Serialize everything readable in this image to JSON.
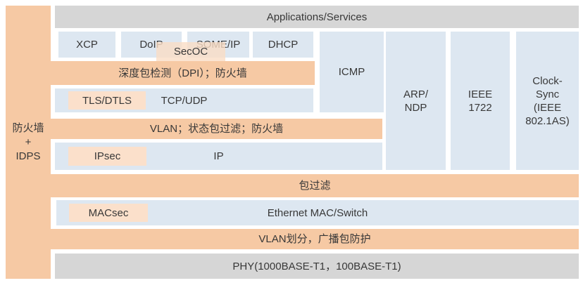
{
  "palette": {
    "orange": "#f6c9a4",
    "peach": "#fbe0cb",
    "peach_translucent": "rgba(250,221,198,0.8)",
    "blue": "#dde7f1",
    "grey": "#d6d6d6",
    "text": "#383838"
  },
  "sidebar": {
    "label": "防火墙\n+\nIDPS"
  },
  "top_bar": {
    "label": "Applications/Services"
  },
  "app_protocols": [
    {
      "label": "XCP"
    },
    {
      "label": "DoIP"
    },
    {
      "label": "SOME/IP"
    },
    {
      "label": "DHCP"
    }
  ],
  "secoc": {
    "label": "SecOC"
  },
  "dpi_bar": {
    "label": "深度包检测（DPI）；防火墙"
  },
  "transport_row": {
    "tls": "TLS/DTLS",
    "tcp": "TCP/UDP"
  },
  "icmp": {
    "label": "ICMP"
  },
  "vlan_bar": {
    "label": "VLAN；状态包过滤；防火墙"
  },
  "network_row": {
    "ipsec": "IPsec",
    "ip": "IP"
  },
  "side_columns": [
    {
      "label": "ARP/\nNDP"
    },
    {
      "label": "IEEE\n1722"
    },
    {
      "label": "Clock-\nSync\n(IEEE\n802.1AS)"
    }
  ],
  "packet_filter_bar": {
    "label": "包过滤"
  },
  "mac_row": {
    "macsec": "MACsec",
    "ethernet": "Ethernet MAC/Switch"
  },
  "vlan_division_bar": {
    "label": "VLAN划分，广播包防护"
  },
  "phy_bar": {
    "label": "PHY(1000BASE-T1，100BASE-T1)"
  }
}
